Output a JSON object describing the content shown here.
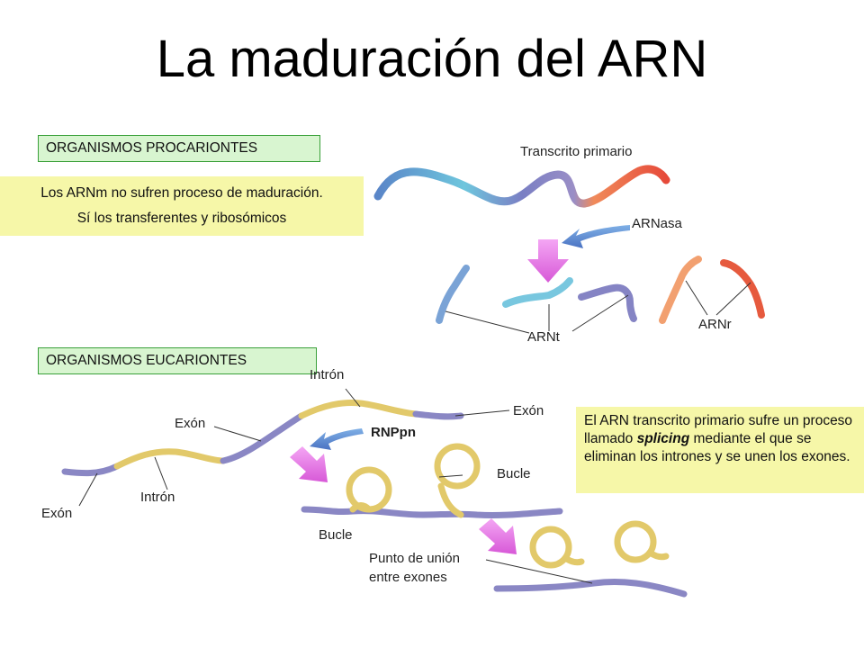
{
  "title": "La maduración del ARN",
  "prokaryotes": {
    "header": "ORGANISMOS PROCARIONTES",
    "note_line1": "Los ARNm no sufren proceso de maduración.",
    "note_line2": "Sí los transferentes y ribosómicos",
    "labels": {
      "primary_transcript": "Transcrito primario",
      "rnase": "ARNasa",
      "trna": "ARNt",
      "rrna": "ARNr"
    }
  },
  "eukaryotes": {
    "header": "ORGANISMOS EUCARIONTES",
    "labels": {
      "intron_top": "Intrón",
      "exon_right": "Exón",
      "exon_mid": "Exón",
      "rnppn": "RNPpn",
      "intron_bottom": "Intrón",
      "exon_left": "Exón",
      "loop_right": "Bucle",
      "loop_left": "Bucle",
      "junction_line1": "Punto de unión",
      "junction_line2": "entre exones"
    },
    "note": {
      "part1": "El ARN transcrito primario sufre un proceso llamado ",
      "emphasis": "splicing",
      "part2": " mediante el que se eliminan los intrones y se unen los exones."
    }
  },
  "colors": {
    "exon": "#8a87c4",
    "intron": "#e2c96a",
    "header_fill": "#d8f5d0",
    "note_fill": "#f6f7a8",
    "enzyme_arrow": "#5b8fe0",
    "step_arrow": "#e67ae6"
  }
}
